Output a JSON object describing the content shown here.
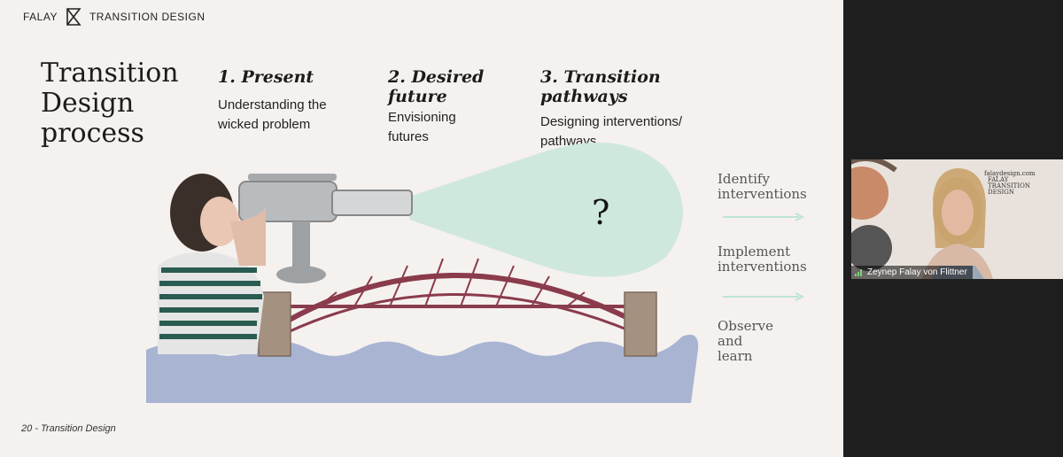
{
  "brand": {
    "left": "FALAY",
    "right": "TRANSITION DESIGN"
  },
  "slide": {
    "title_lines": [
      "Transition",
      "Design",
      "process"
    ],
    "steps": [
      {
        "heading_lines": [
          "1. Present"
        ],
        "text_lines": [
          "Understanding the",
          "wicked problem"
        ]
      },
      {
        "heading_lines": [
          "2. Desired",
          "future"
        ],
        "text_lines": [
          "Envisioning",
          "futures"
        ]
      },
      {
        "heading_lines": [
          "3. Transition",
          "pathways"
        ],
        "text_lines": [
          "Designing interventions/",
          "pathways"
        ]
      }
    ],
    "question_mark": "?",
    "side_labels": [
      {
        "lines": [
          "Identify",
          "interventions"
        ]
      },
      {
        "lines": [
          "Implement",
          "interventions"
        ]
      },
      {
        "lines": [
          "Observe",
          "and",
          "learn"
        ]
      }
    ],
    "footer": "20  -  Transition Design"
  },
  "video": {
    "participant_name": "Zeynep Falay von Flittner",
    "background_brand_url": "falaydesign.com",
    "background_brand_lines": [
      "FALAY",
      "TRANSITION",
      "DESIGN"
    ]
  },
  "colors": {
    "slide_bg": "#f5f1ef",
    "vision_cone": "#cfe8de",
    "water": "#a8b4d2",
    "bridge": "#8a3b4c",
    "arrow": "#bfe3d6",
    "panel_bg": "#1e1e1e"
  }
}
